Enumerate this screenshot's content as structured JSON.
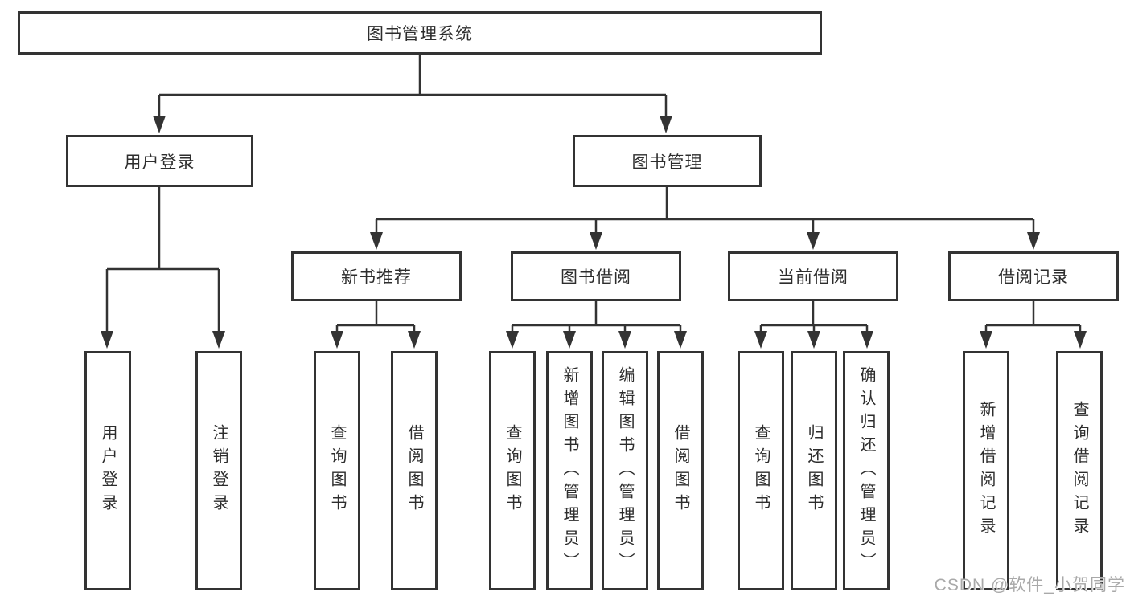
{
  "root": {
    "label": "图书管理系统"
  },
  "branches": {
    "user": {
      "label": "用户登录",
      "children": [
        "用户登录",
        "注销登录"
      ]
    },
    "book": {
      "label": "图书管理",
      "sections": [
        {
          "label": "新书推荐",
          "children": [
            "查询图书",
            "借阅图书"
          ]
        },
        {
          "label": "图书借阅",
          "children": [
            "查询图书",
            "新增图书（管理员）",
            "编辑图书（管理员）",
            "借阅图书"
          ]
        },
        {
          "label": "当前借阅",
          "children": [
            "查询图书",
            "归还图书",
            "确认归还（管理员）"
          ]
        },
        {
          "label": "借阅记录",
          "children": [
            "新增借阅记录",
            "查询借阅记录"
          ]
        }
      ]
    }
  },
  "watermark": {
    "text": "CSDN @软件_小贺同学"
  },
  "colors": {
    "line": "#333333",
    "box_border": "#333333",
    "text": "#2d2d2d",
    "watermark": "#a9a9a9",
    "background": "#ffffff"
  }
}
